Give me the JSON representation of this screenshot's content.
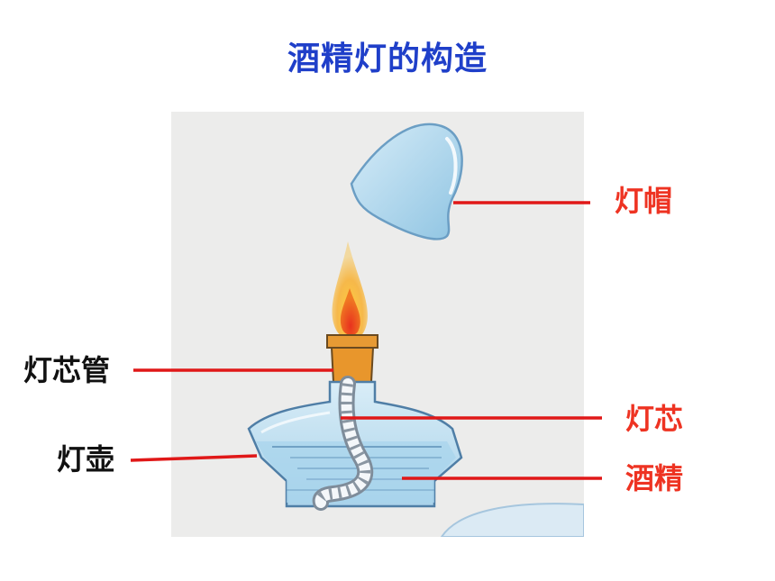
{
  "title": "酒精灯的构造",
  "labels": {
    "cap": "灯帽",
    "wick_tube": "灯芯管",
    "wick": "灯芯",
    "pot": "灯壶",
    "alcohol": "酒精"
  },
  "colors": {
    "title": "#1f3fc9",
    "label_highlight": "#ee3322",
    "label_normal": "#111111",
    "leader_line": "#e01818"
  }
}
